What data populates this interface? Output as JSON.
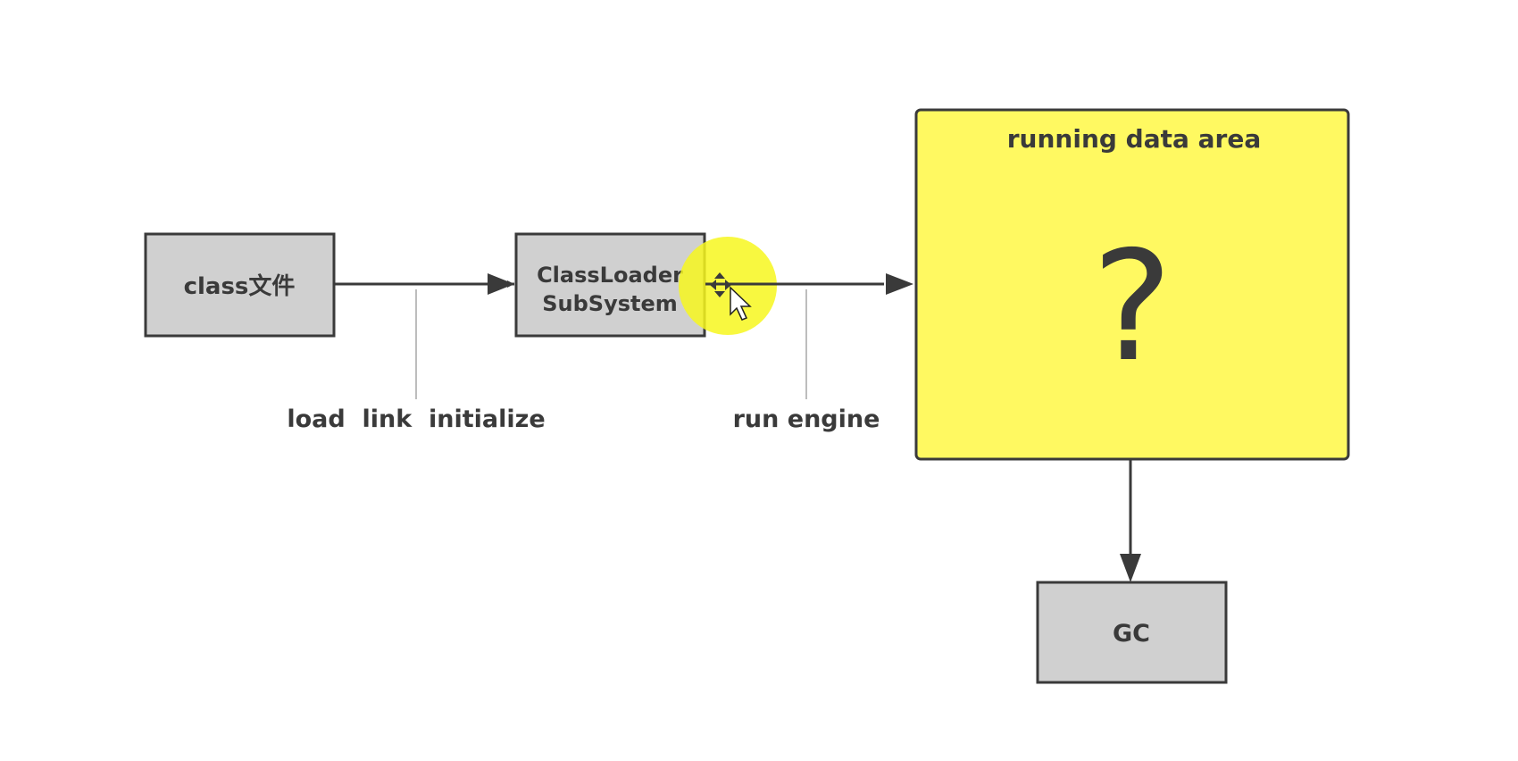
{
  "diagram": {
    "nodes": {
      "class_file": {
        "label": "class文件",
        "fill": "#d0d0d0"
      },
      "classloader": {
        "line1": "ClassLoader",
        "line2": "SubSystem",
        "fill": "#d0d0d0"
      },
      "runtime_area": {
        "title": "running data area",
        "symbol": "?",
        "fill": "#fff961"
      },
      "gc": {
        "label": "GC",
        "fill": "#d0d0d0"
      }
    },
    "edge_labels": {
      "load_stage": "load  link  initialize",
      "run_engine": "run engine"
    },
    "edges": [
      {
        "from": "class_file",
        "to": "classloader"
      },
      {
        "from": "classloader",
        "to": "runtime_area"
      },
      {
        "from": "runtime_area",
        "to": "gc"
      }
    ],
    "colors": {
      "stroke": "#3a3a3a",
      "connector": "#bdbdbd",
      "cursor_highlight": "#f7f71e"
    }
  }
}
